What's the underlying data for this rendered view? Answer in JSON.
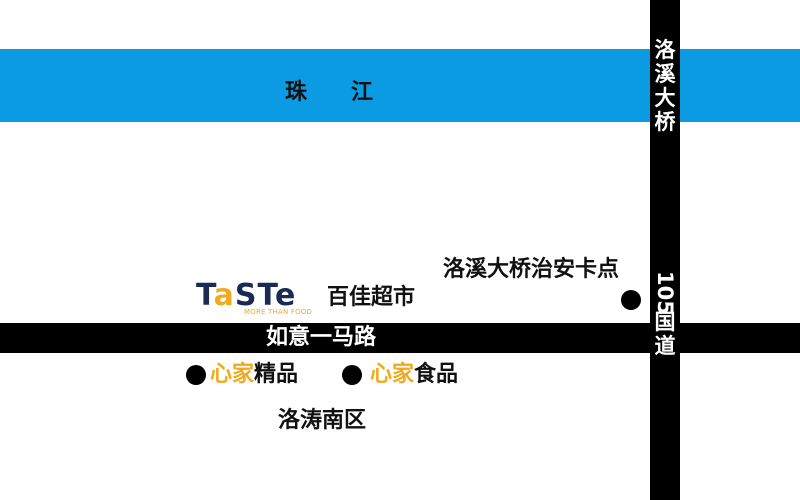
{
  "map": {
    "river": {
      "name": "珠　　江",
      "color": "#0a9be2"
    },
    "roads": {
      "horizontal": {
        "name": "如意一马路",
        "color": "#000000"
      },
      "vertical_bridge": {
        "name_chars": [
          "洛",
          "溪",
          "大",
          "桥"
        ]
      },
      "vertical_highway": {
        "number": "105",
        "name_chars": [
          "国",
          "道"
        ]
      }
    },
    "landmarks": {
      "checkpoint": {
        "label": "洛溪大桥治安卡点"
      },
      "supermarket": {
        "logo_text": "TaSTe",
        "logo_tagline": "MORE THAN FOOD",
        "label": "百佳超市"
      },
      "shop1": {
        "brand": "心家",
        "suffix": "精品"
      },
      "shop2": {
        "brand": "心家",
        "suffix": "食品"
      },
      "district": {
        "label": "洛涛南区"
      }
    },
    "accent_color": "#f0aa1e"
  }
}
